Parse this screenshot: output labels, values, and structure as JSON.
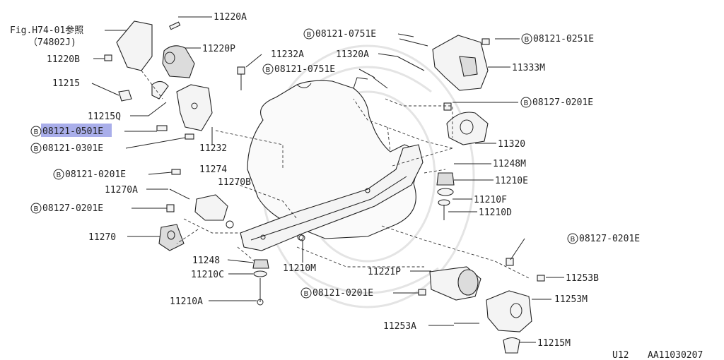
{
  "figure": {
    "ref_label": "Fig.H74-01参照",
    "ref_code": "（74802J)",
    "footer_model": "U12",
    "footer_code": "AA11030207",
    "bolt_symbol": "B"
  },
  "labels": {
    "p11220A": "11220A",
    "p11220P": "11220P",
    "p11220B": "11220B",
    "p11215": "11215",
    "p11215Q": "11215Q",
    "p08121_0501E": "08121-0501E",
    "p08121_0301E": "08121-0301E",
    "p11232": "11232",
    "p11232A": "11232A",
    "p08121_0751E_a": "08121-0751E",
    "p08121_0751E_b": "08121-0751E",
    "p11320A": "11320A",
    "p08121_0251E": "08121-0251E",
    "p11333M": "11333M",
    "p08127_0201E_a": "08127-0201E",
    "p11320": "11320",
    "p11248M": "11248M",
    "p11210E": "11210E",
    "p11210F": "11210F",
    "p11210D": "11210D",
    "p08121_0201E_a": "08121-0201E",
    "p11274": "11274",
    "p11270A": "11270A",
    "p11270B": "11270B",
    "p08127_0201E_b": "08127-0201E",
    "p11270": "11270",
    "p11248": "11248",
    "p11210C": "11210C",
    "p11210M": "11210M",
    "p11221P": "11221P",
    "p08127_0201E_c": "08127-0201E",
    "p11253B": "11253B",
    "p08121_0201E_b": "08121-0201E",
    "p11253M": "11253M",
    "p11210A": "11210A",
    "p11253A": "11253A",
    "p11215M": "11215M"
  },
  "highlight": {
    "color": "#9aa0e6",
    "target": "08121-0501E"
  }
}
